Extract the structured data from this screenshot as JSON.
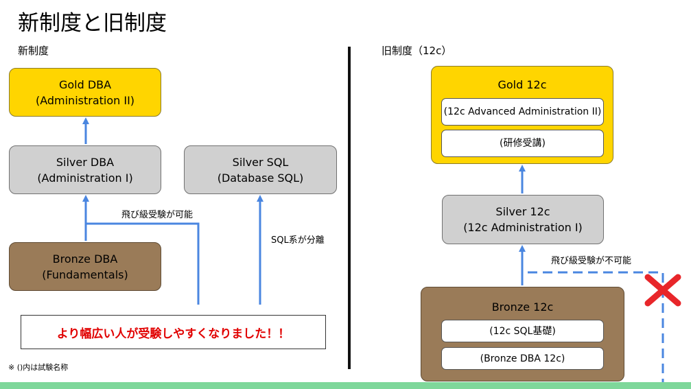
{
  "page_title": "新制度と旧制度",
  "new_system": {
    "heading": "新制度",
    "gold": {
      "name": "Gold DBA",
      "exam": "(Administration II)"
    },
    "silver": {
      "name": "Silver DBA",
      "exam": "(Administration I)"
    },
    "silver_sql": {
      "name": "Silver SQL",
      "exam": "(Database SQL)"
    },
    "bronze": {
      "name": "Bronze DBA",
      "exam": "(Fundamentals)"
    },
    "skip_note": "飛び級受験が可能",
    "sql_note": "SQL系が分離",
    "banner": "より幅広い人が受験しやすくなりました！！",
    "footnote": "※ ()内は試験名称"
  },
  "old_system": {
    "heading": "旧制度（12c）",
    "gold": {
      "name": "Gold 12c",
      "req1": "(12c Advanced Administration II)",
      "req2": "(研修受講)"
    },
    "silver": {
      "name": "Silver 12c",
      "exam": "(12c Administration I)"
    },
    "bronze": {
      "name": "Bronze 12c",
      "req1": "(12c SQL基礎)",
      "req2": "(Bronze DBA 12c)"
    },
    "skip_note": "飛び級受験が不可能",
    "cross_symbol": "✕"
  },
  "colors": {
    "gold": "#ffd500",
    "silver": "#d0d0d0",
    "bronze": "#9a7b58",
    "arrow": "#4a86e0",
    "banner_text": "#e10000",
    "cross": "#e8262a",
    "footer_bar": "#7ed79a"
  },
  "icons": [
    "arrow-up-icon",
    "cross-icon"
  ]
}
